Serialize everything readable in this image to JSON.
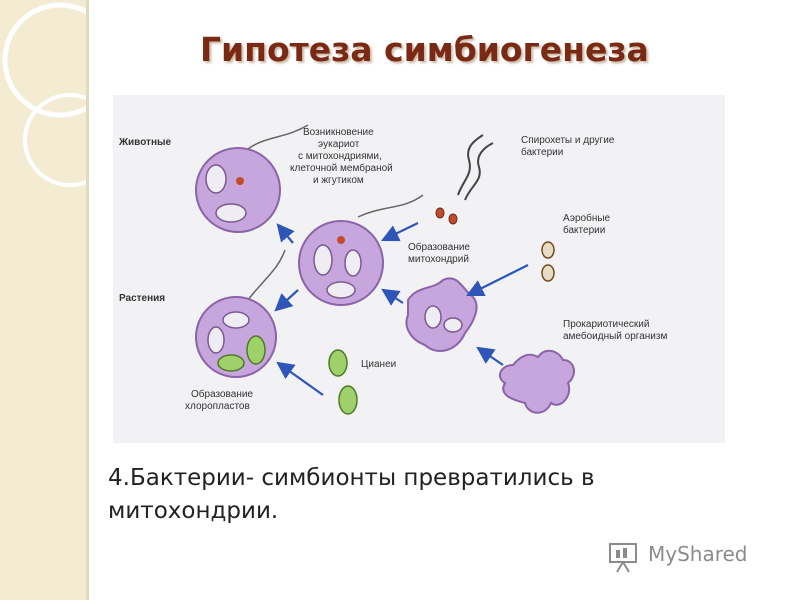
{
  "slide": {
    "title": "Гипотеза симбиогенеза",
    "caption": "4.Бактерии- симбионты превратились в митохондрии."
  },
  "diagram": {
    "label_animals": "Животные",
    "label_plants": "Растения",
    "label_eukaryote_line1": "Возникновение",
    "label_eukaryote_line2": "эукариот",
    "label_eukaryote_line3": "с митохондриями,",
    "label_eukaryote_line4": "клеточной мембраной",
    "label_eukaryote_line5": "и жгутиком",
    "label_spirochetes_line1": "Спирохеты и другие",
    "label_spirochetes_line2": "бактерии",
    "label_aerobic_line1": "Аэробные",
    "label_aerobic_line2": "бактерии",
    "label_mito_line1": "Образование",
    "label_mito_line2": "митохондрий",
    "label_prokaryote_line1": "Прокариотический",
    "label_prokaryote_line2": "амебоидный организм",
    "label_cyanea": "Цианеи",
    "label_chloro_line1": "Образование",
    "label_chloro_line2": "хлоропластов"
  },
  "colors": {
    "cell_fill": "#c7a6dd",
    "cell_edge": "#8a63a8",
    "arrow": "#2f55b8",
    "chloroplast": "#9fd06a"
  },
  "logo": {
    "text": "MyShared"
  }
}
